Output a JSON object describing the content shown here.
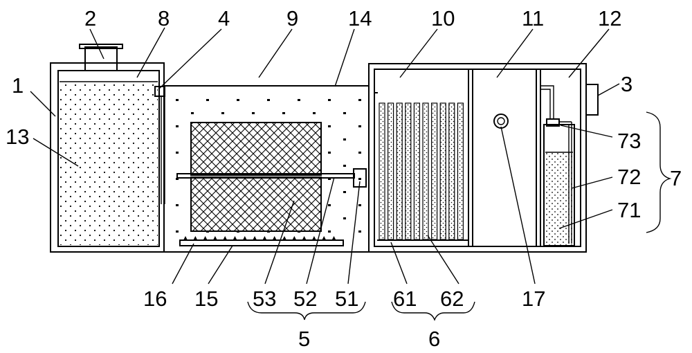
{
  "labels": {
    "l1": "1",
    "l2": "2",
    "l3": "3",
    "l4": "4",
    "l5": "5",
    "l6": "6",
    "l7": "7",
    "l8": "8",
    "l9": "9",
    "l10": "10",
    "l11": "11",
    "l12": "12",
    "l13": "13",
    "l14": "14",
    "l15": "15",
    "l16": "16",
    "l17": "17",
    "l51": "51",
    "l52": "52",
    "l53": "53",
    "l61": "61",
    "l62": "62",
    "l71": "71",
    "l72": "72",
    "l73": "73"
  }
}
